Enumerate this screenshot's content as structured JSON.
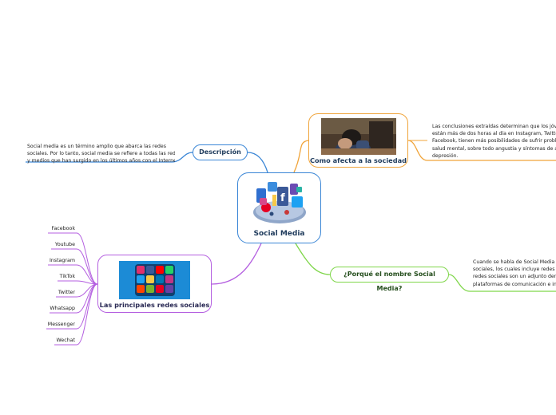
{
  "central": {
    "label": "Social Media"
  },
  "branches": {
    "description": {
      "label": "Descripción",
      "text_lines": [
        "Social media es un término amplio que abarca las redes",
        "sociales. Por lo tanto, social media se refiere a todas las redes",
        "y medios que han surgido en los últimos años con el Internet."
      ]
    },
    "impact": {
      "label": "Como afecta a la sociedad",
      "text_lines": [
        "Las conclusiones extraídas determinan que los jóvenes",
        "están más de dos horas al día en Instagram, Twitter o",
        "Facebook, tienen más posibilidades de sufrir problemas de",
        "salud mental, sobre todo angustia y síntomas de ansiedad y",
        "depresión."
      ]
    },
    "why_name": {
      "label": "¿Porqué el nombre Social Media?",
      "text_lines": [
        "Cuando se habla de Social Media se refiere a las redes",
        "sociales, los cuales incluye redes sociales; es decir, las",
        "redes sociales son un adjunto dentro de las",
        "plataformas de comunicación e interacción."
      ]
    },
    "networks": {
      "label": "Las principales redes sociales",
      "items": [
        "Facebook",
        "Youtube",
        "Instagram",
        "TikTok",
        "Twitter",
        "Whatsapp",
        "Messenger",
        "Wechat"
      ]
    }
  },
  "colors": {
    "blue": "#3a86d6",
    "orange": "#f0a43a",
    "green": "#7fd64a",
    "purple": "#b45fe0"
  }
}
